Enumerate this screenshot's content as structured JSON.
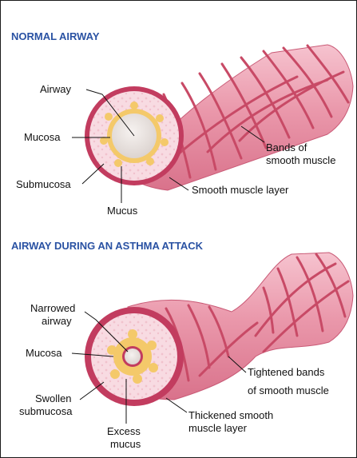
{
  "normal": {
    "title": "NORMAL AIRWAY",
    "labels": {
      "airway": "Airway",
      "mucosa": "Mucosa",
      "submucosa": "Submucosa",
      "mucus": "Mucus",
      "bands_1": "Bands of",
      "bands_2": "smooth muscle",
      "smooth_muscle_layer": "Smooth muscle layer"
    }
  },
  "asthma": {
    "title": "AIRWAY DURING AN ASTHMA ATTACK",
    "labels": {
      "narrowed_1": "Narrowed",
      "narrowed_2": "airway",
      "mucosa": "Mucosa",
      "swollen_1": "Swollen",
      "swollen_2": "submucosa",
      "excess_1": "Excess",
      "excess_2": "mucus",
      "thickened_1": "Thickened smooth",
      "thickened_2": "muscle layer",
      "tightened_1": "Tightened bands",
      "tightened_2": "of smooth muscle"
    }
  },
  "colors": {
    "title_blue": "#2a52a3",
    "tube_pink": "#e78aa0",
    "tube_light": "#f3b7c4",
    "muscle_band": "#c84a66",
    "muscle_ring": "#d1456a",
    "submucosa": "#f7d5dd",
    "mucosa_yellow": "#f4c96a",
    "lumen": "#ece6e3"
  }
}
